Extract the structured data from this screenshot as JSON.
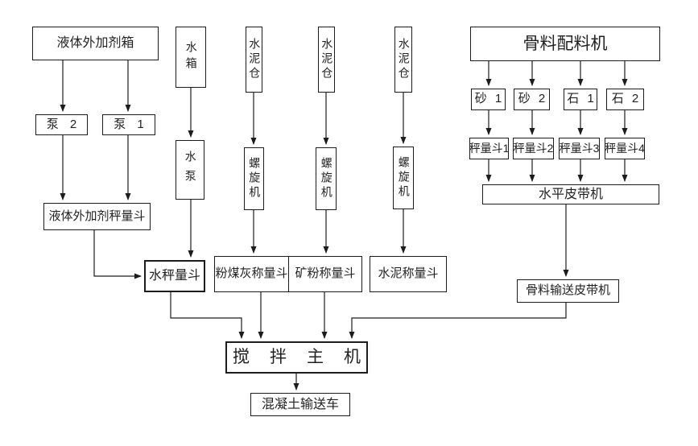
{
  "nodes": {
    "liquid_admixture_tank": {
      "label": "液体外加剂箱"
    },
    "pump_2": {
      "label": "泵 2"
    },
    "pump_1": {
      "label": "泵 1"
    },
    "water_tank": {
      "label": "水箱"
    },
    "water_pump": {
      "label": "水泵"
    },
    "cement_silo_1": {
      "label": "水泥仓"
    },
    "cement_silo_2": {
      "label": "水泥仓"
    },
    "cement_silo_3": {
      "label": "水泥仓"
    },
    "screw_conveyor_1": {
      "label": "螺旋机"
    },
    "screw_conveyor_2": {
      "label": "螺旋机"
    },
    "screw_conveyor_3": {
      "label": "螺旋机"
    },
    "aggregate_batcher": {
      "label": "骨料配料机"
    },
    "sand_1": {
      "label": "砂 1"
    },
    "sand_2": {
      "label": "砂 2"
    },
    "stone_1": {
      "label": "石 1"
    },
    "stone_2": {
      "label": "石 2"
    },
    "weigh_hopper_1": {
      "label": "秤量斗1"
    },
    "weigh_hopper_2": {
      "label": "秤量斗2"
    },
    "weigh_hopper_3": {
      "label": "秤量斗3"
    },
    "weigh_hopper_4": {
      "label": "秤量斗4"
    },
    "horizontal_belt": {
      "label": "水平皮带机"
    },
    "liquid_admixture_hopper": {
      "label": "液体外加剂秤量斗"
    },
    "water_hopper": {
      "label": "水秤量斗"
    },
    "fly_ash_hopper": {
      "label": "粉煤灰称量斗"
    },
    "mineral_powder_hopper": {
      "label": "矿粉称量斗"
    },
    "cement_hopper": {
      "label": "水泥称量斗"
    },
    "aggregate_belt": {
      "label": "骨料输送皮带机"
    },
    "mixer": {
      "label": "搅拌主机"
    },
    "truck": {
      "label": "混凝土输送车"
    }
  },
  "edges": [
    {
      "from": "liquid_admixture_tank",
      "to": "pump_2"
    },
    {
      "from": "liquid_admixture_tank",
      "to": "pump_1"
    },
    {
      "from": "pump_2",
      "to": "liquid_admixture_hopper"
    },
    {
      "from": "pump_1",
      "to": "liquid_admixture_hopper"
    },
    {
      "from": "water_tank",
      "to": "water_pump"
    },
    {
      "from": "water_pump",
      "to": "water_hopper"
    },
    {
      "from": "liquid_admixture_hopper",
      "to": "water_hopper"
    },
    {
      "from": "cement_silo_1",
      "to": "screw_conveyor_1"
    },
    {
      "from": "cement_silo_2",
      "to": "screw_conveyor_2"
    },
    {
      "from": "cement_silo_3",
      "to": "screw_conveyor_3"
    },
    {
      "from": "screw_conveyor_1",
      "to": "fly_ash_hopper"
    },
    {
      "from": "screw_conveyor_2",
      "to": "mineral_powder_hopper"
    },
    {
      "from": "screw_conveyor_3",
      "to": "cement_hopper"
    },
    {
      "from": "aggregate_batcher",
      "to": "sand_1"
    },
    {
      "from": "aggregate_batcher",
      "to": "sand_2"
    },
    {
      "from": "aggregate_batcher",
      "to": "stone_1"
    },
    {
      "from": "aggregate_batcher",
      "to": "stone_2"
    },
    {
      "from": "sand_1",
      "to": "weigh_hopper_1"
    },
    {
      "from": "sand_2",
      "to": "weigh_hopper_2"
    },
    {
      "from": "stone_1",
      "to": "weigh_hopper_3"
    },
    {
      "from": "stone_2",
      "to": "weigh_hopper_4"
    },
    {
      "from": "weigh_hopper_1",
      "to": "horizontal_belt"
    },
    {
      "from": "weigh_hopper_2",
      "to": "horizontal_belt"
    },
    {
      "from": "weigh_hopper_3",
      "to": "horizontal_belt"
    },
    {
      "from": "weigh_hopper_4",
      "to": "horizontal_belt"
    },
    {
      "from": "horizontal_belt",
      "to": "aggregate_belt"
    },
    {
      "from": "aggregate_belt",
      "to": "mixer"
    },
    {
      "from": "water_hopper",
      "to": "mixer"
    },
    {
      "from": "fly_ash_hopper",
      "to": "mixer"
    },
    {
      "from": "mineral_powder_hopper",
      "to": "mixer"
    },
    {
      "from": "mixer",
      "to": "truck"
    }
  ],
  "colors": {
    "line": "#1c1c1c",
    "background": "#ffffff",
    "text": "#222222"
  }
}
